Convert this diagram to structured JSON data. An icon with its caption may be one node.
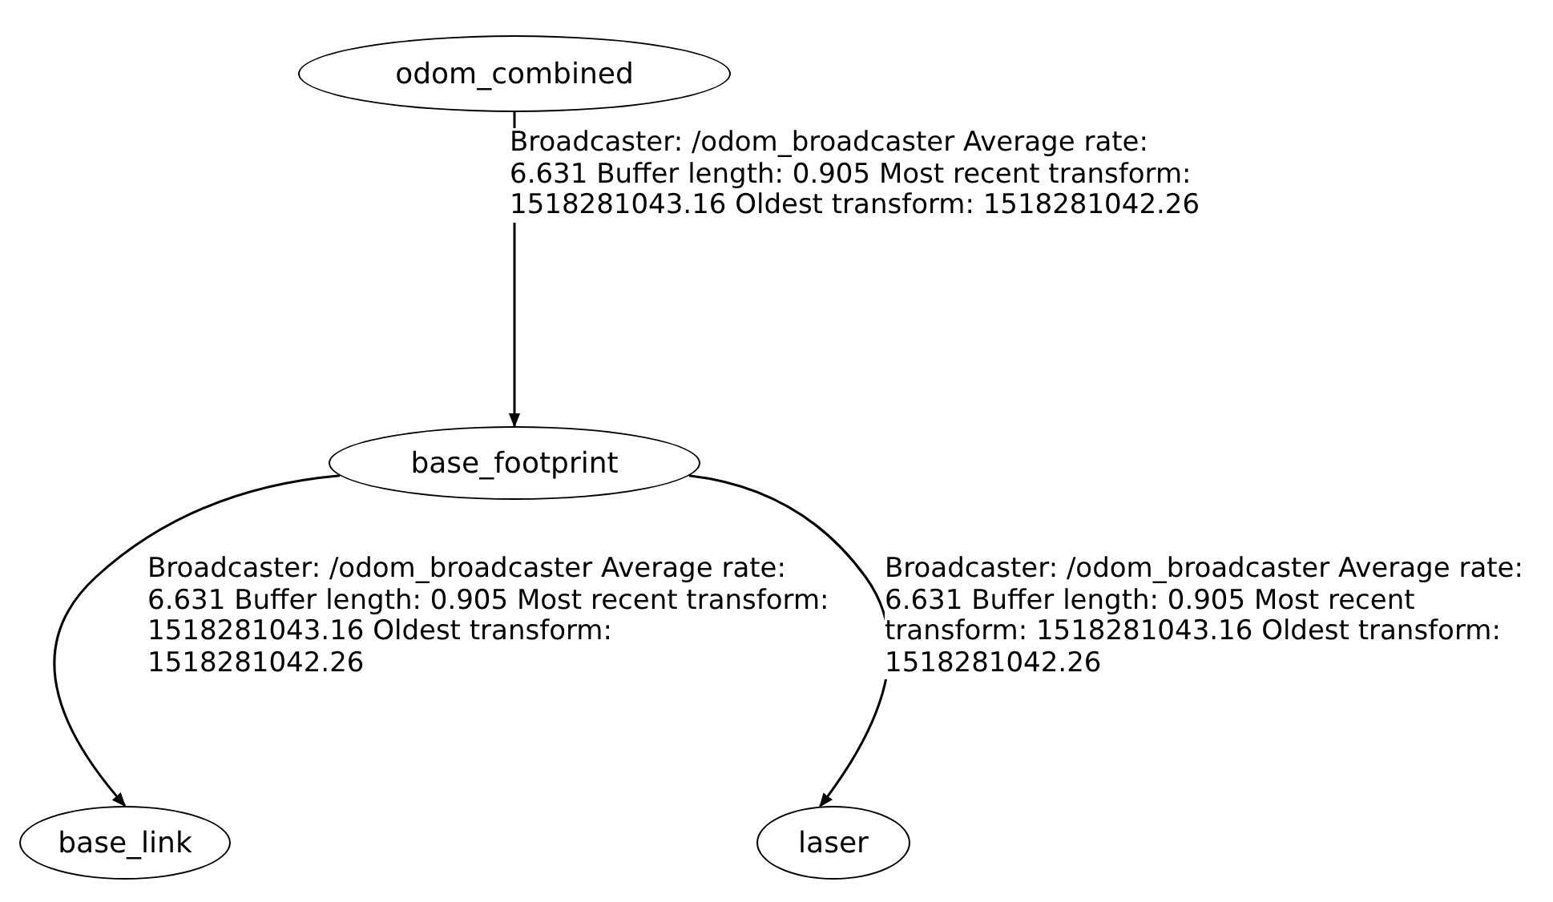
{
  "diagram": {
    "nodes": [
      {
        "text": [
          "odom_combined"
        ]
      },
      {
        "text": [
          "base_footprint"
        ]
      },
      {
        "text": [
          "base_link"
        ]
      },
      {
        "text": [
          "laser"
        ]
      }
    ],
    "edges": [
      {
        "from": 0,
        "to": 1,
        "arrow": "to",
        "label": "Broadcaster: /odom_broadcaster Average rate: 6.631 Buffer length: 0.905 Most recent transform: 1518281043.16 Oldest transform: 1518281042.26"
      },
      {
        "from": 1,
        "to": 2,
        "arrow": "to",
        "label": "Broadcaster: /odom_broadcaster Average rate: 6.631 Buffer length: 0.905 Most recent transform: 1518281043.16 Oldest transform: 1518281042.26"
      },
      {
        "from": 1,
        "to": 3,
        "arrow": "to",
        "label": "Broadcaster: /odom_broadcaster Average rate: 6.631 Buffer length: 0.905 Most recent transform: 1518281043.16 Oldest transform: 1518281042.26"
      }
    ]
  }
}
